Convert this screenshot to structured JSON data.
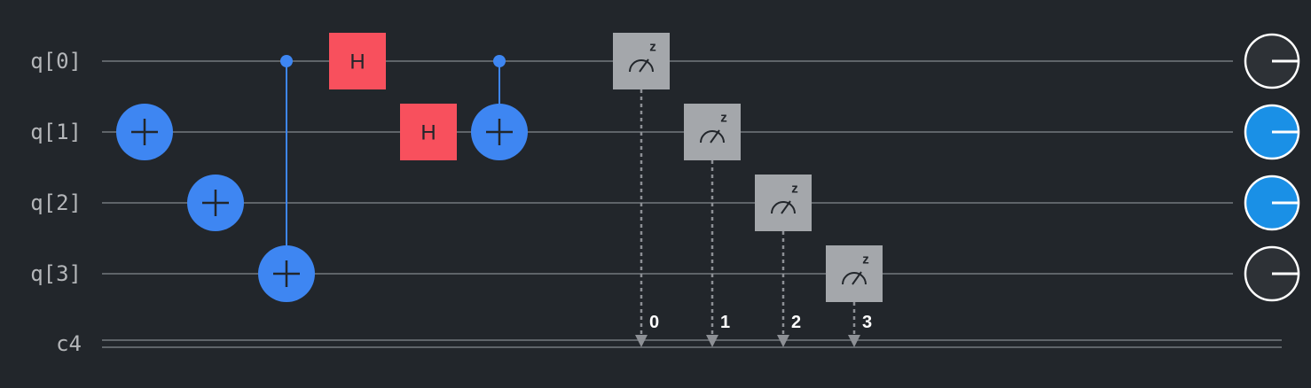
{
  "circuit": {
    "qubits": [
      "q[0]",
      "q[1]",
      "q[2]",
      "q[3]"
    ],
    "classical_register": "c4",
    "gates": [
      {
        "type": "x",
        "target": 1,
        "column": 0
      },
      {
        "type": "x",
        "target": 2,
        "column": 1
      },
      {
        "type": "cx",
        "control": 0,
        "target": 3,
        "column": 2
      },
      {
        "type": "h",
        "label": "H",
        "target": 0,
        "column": 3
      },
      {
        "type": "h",
        "label": "H",
        "target": 1,
        "column": 4
      },
      {
        "type": "cx",
        "control": 0,
        "target": 1,
        "column": 5
      },
      {
        "type": "measure",
        "target": 0,
        "bit": "0",
        "basis": "z",
        "column": 7
      },
      {
        "type": "measure",
        "target": 1,
        "bit": "1",
        "basis": "z",
        "column": 8
      },
      {
        "type": "measure",
        "target": 2,
        "bit": "2",
        "basis": "z",
        "column": 9
      },
      {
        "type": "measure",
        "target": 3,
        "bit": "3",
        "basis": "z",
        "column": 10
      }
    ],
    "output_states": [
      {
        "qubit": 0,
        "value": 0
      },
      {
        "qubit": 1,
        "value": 1
      },
      {
        "qubit": 2,
        "value": 1
      },
      {
        "qubit": 3,
        "value": 0
      }
    ]
  },
  "colors": {
    "background": "#22262b",
    "wire": "#5f6469",
    "label": "#b4b6b9",
    "cnot": "#3e86f2",
    "hadamard": "#f8505d",
    "measure": "#a4a7ab",
    "measure_line": "#8d9095",
    "output_on": "#1a90e6",
    "output_off": "#2d3136",
    "output_stroke": "#ffffff"
  }
}
